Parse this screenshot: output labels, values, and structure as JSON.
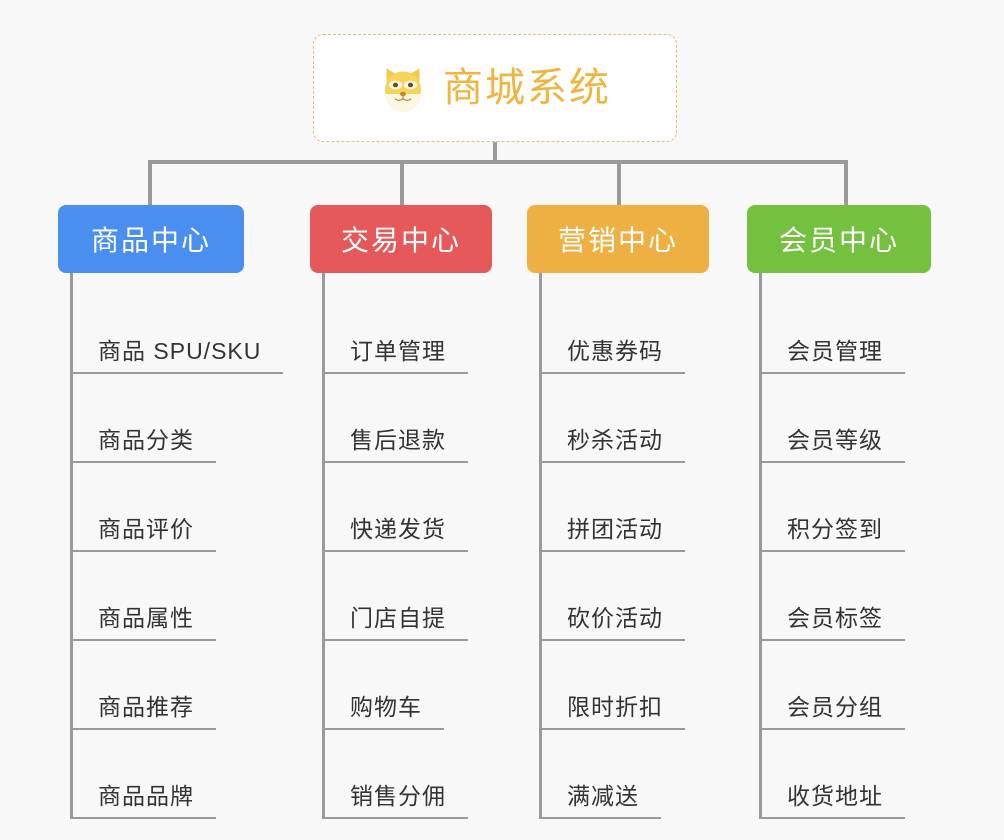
{
  "page": {
    "background_color": "#f8f8f8",
    "line_color": "#9a9a9a"
  },
  "root": {
    "title": "商城系统",
    "icon": "shiba-dog-face-icon",
    "text_color": "#f0b53f",
    "border_color": "#e8b96a",
    "background_color": "#ffffff"
  },
  "columns": [
    {
      "header": "商品中心",
      "color": "#4a8ef0",
      "items": [
        "商品 SPU/SKU",
        "商品分类",
        "商品评价",
        "商品属性",
        "商品推荐",
        "商品品牌"
      ]
    },
    {
      "header": "交易中心",
      "color": "#e5595a",
      "items": [
        "订单管理",
        "售后退款",
        "快递发货",
        "门店自提",
        "购物车",
        "销售分佣"
      ]
    },
    {
      "header": "营销中心",
      "color": "#eeaf43",
      "items": [
        "优惠券码",
        "秒杀活动",
        "拼团活动",
        "砍价活动",
        "限时折扣",
        "满减送"
      ]
    },
    {
      "header": "会员中心",
      "color": "#74c03f",
      "items": [
        "会员管理",
        "会员等级",
        "积分签到",
        "会员标签",
        "会员分组",
        "收货地址"
      ]
    }
  ]
}
